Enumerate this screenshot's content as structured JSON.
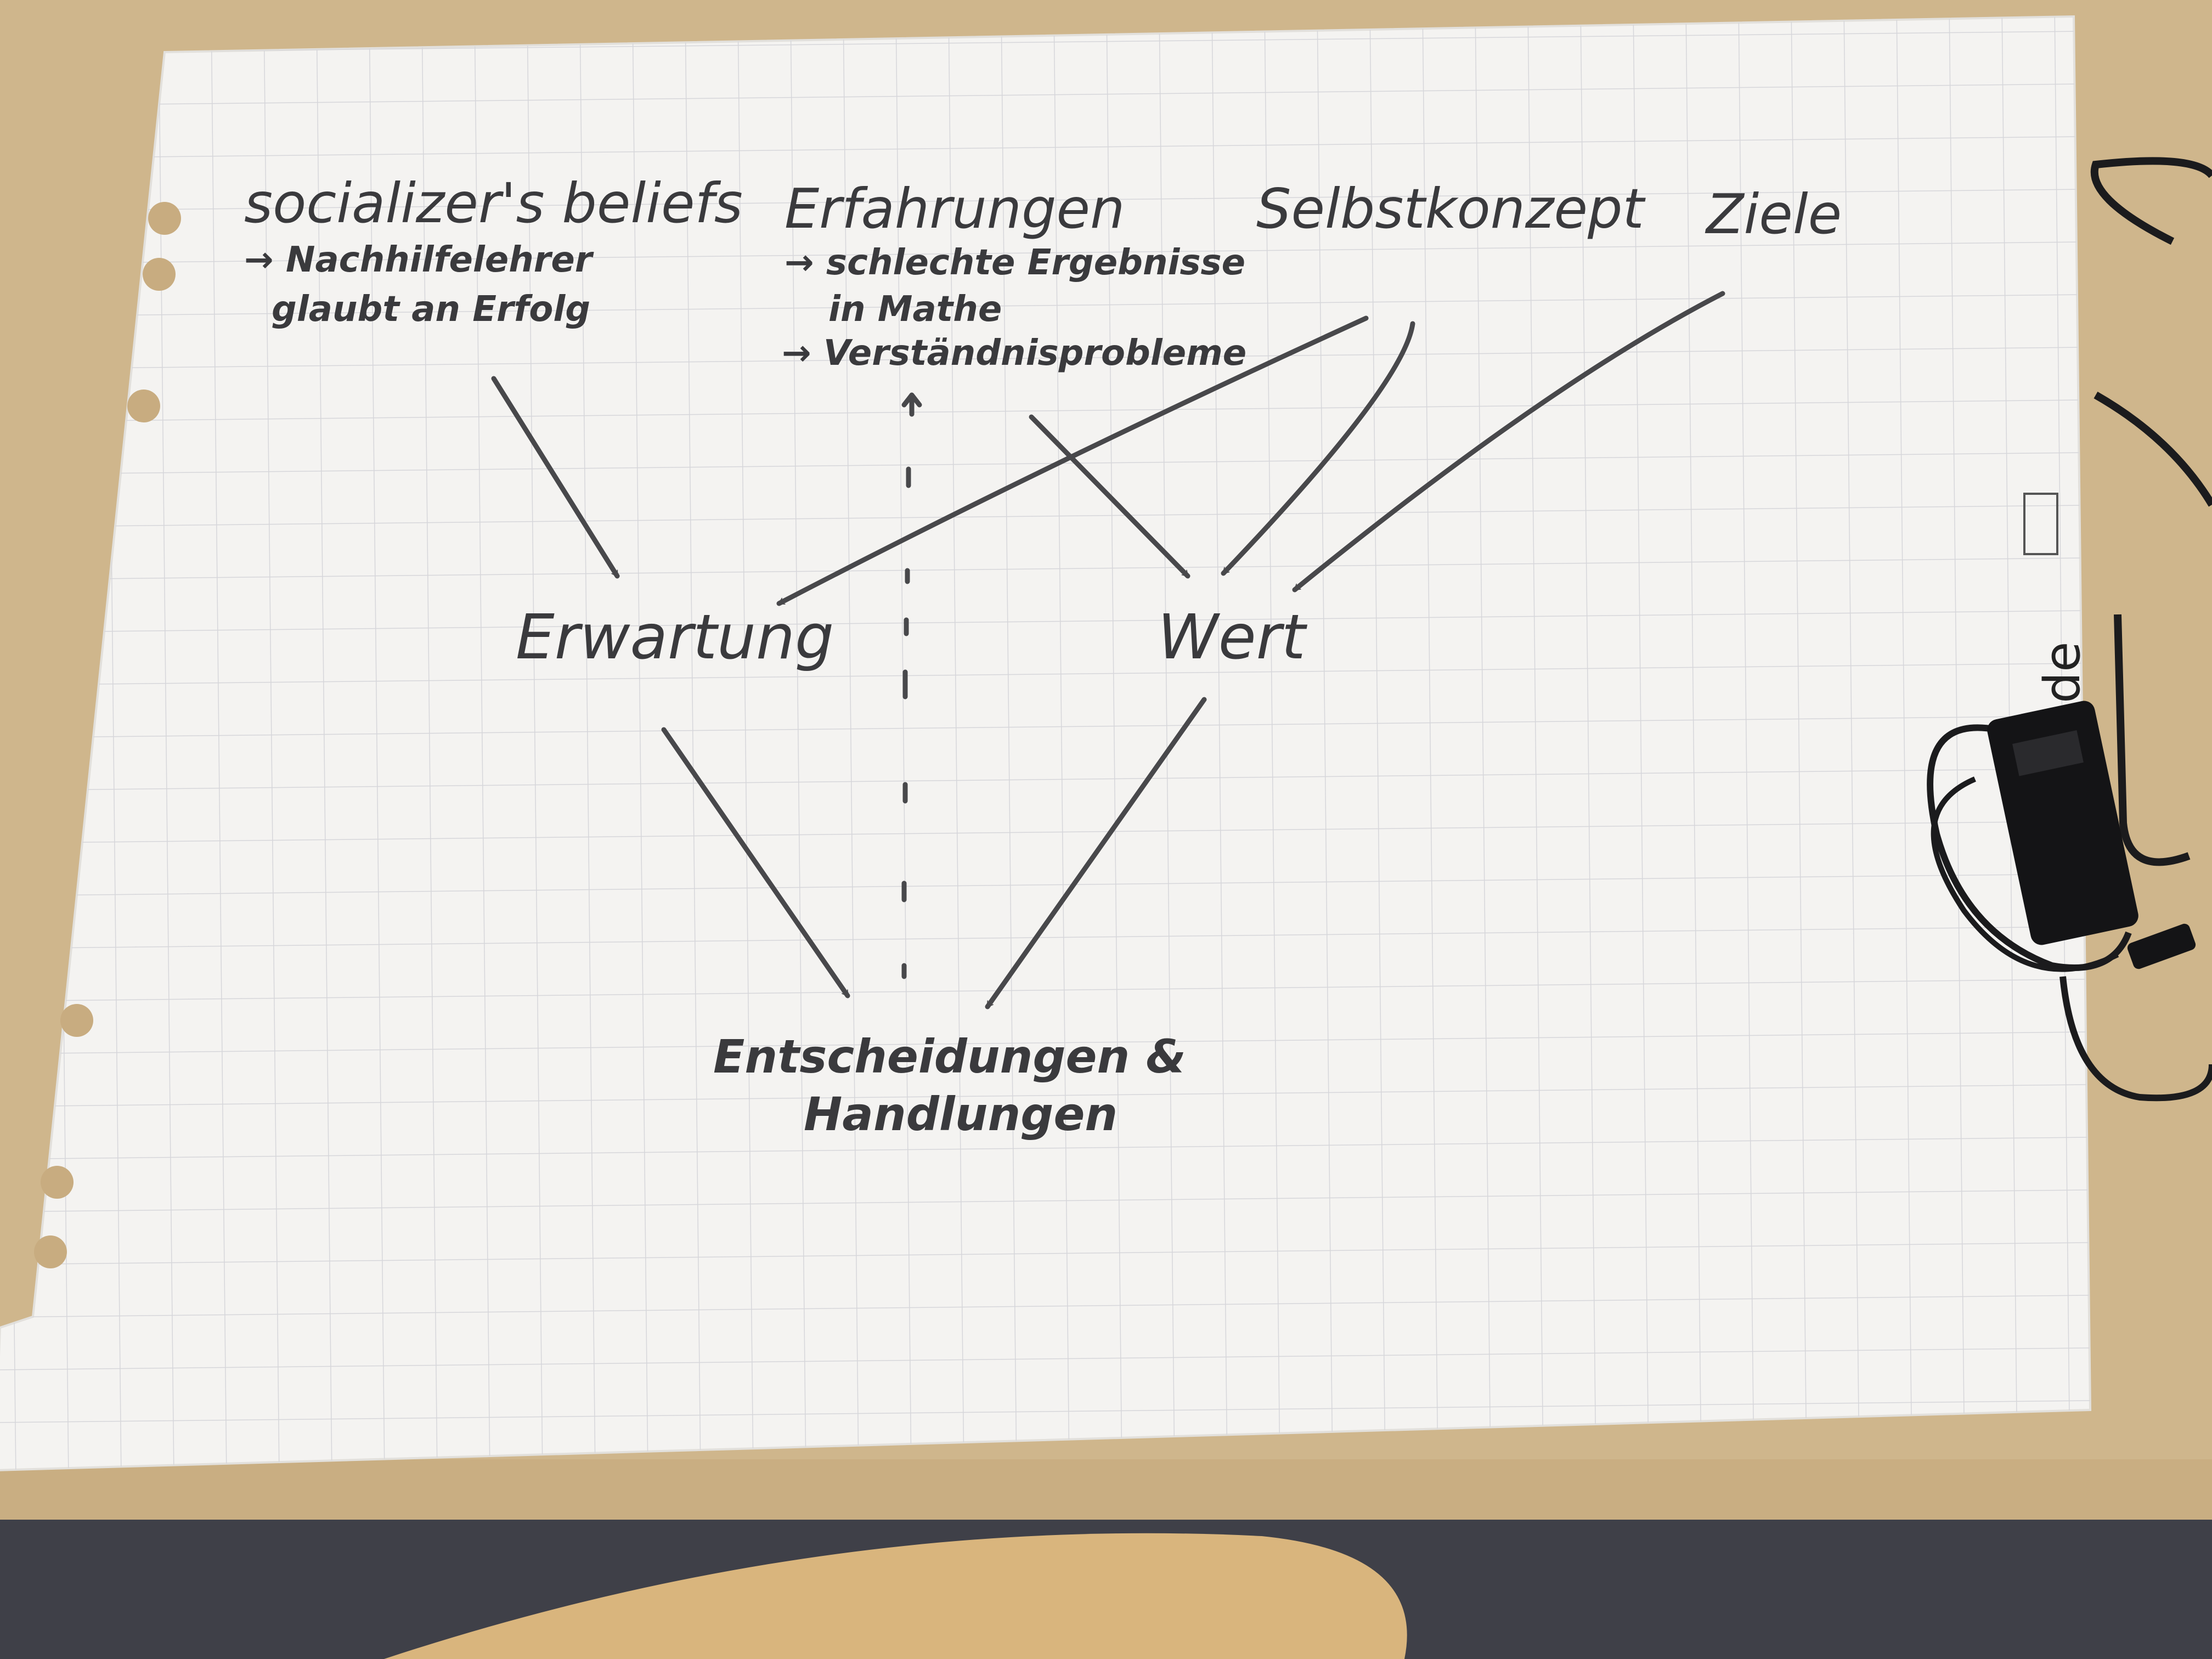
{
  "diagram": {
    "top_nodes": [
      {
        "heading": "socializer's beliefs",
        "details": [
          "→ Nachhilfelehrer",
          "glaubt an Erfolg"
        ]
      },
      {
        "heading": "Erfahrungen",
        "details": [
          "→ schlechte Ergebnisse",
          "in Mathe",
          "→ Verständnisprobleme"
        ]
      },
      {
        "heading": "Selbstkonzept",
        "details": []
      },
      {
        "heading": "Ziele",
        "details": []
      }
    ],
    "middle_nodes": [
      "Erwartung",
      "Wert"
    ],
    "bottom_node": [
      "Entscheidungen &",
      "Handlungen"
    ],
    "edges": [
      {
        "from": "socializer's beliefs",
        "to": "Erwartung",
        "style": "solid"
      },
      {
        "from": "Selbstkonzept",
        "to": "Erwartung",
        "style": "solid"
      },
      {
        "from": "Erfahrungen",
        "to": "Wert",
        "style": "solid"
      },
      {
        "from": "Selbstkonzept",
        "to": "Wert",
        "style": "solid"
      },
      {
        "from": "Ziele",
        "to": "Wert",
        "style": "solid"
      },
      {
        "from": "Erwartung",
        "to": "Entscheidungen & Handlungen",
        "style": "solid"
      },
      {
        "from": "Wert",
        "to": "Entscheidungen & Handlungen",
        "style": "solid"
      },
      {
        "from": "Entscheidungen & Handlungen",
        "to": "Erfahrungen",
        "style": "dashed"
      }
    ]
  },
  "paper_margin_text": ".de",
  "colors": {
    "ink": "#3a3a3d",
    "paper": "#f4f3f1",
    "grid": "#d9d9dc",
    "desk": "#cdb48a"
  }
}
